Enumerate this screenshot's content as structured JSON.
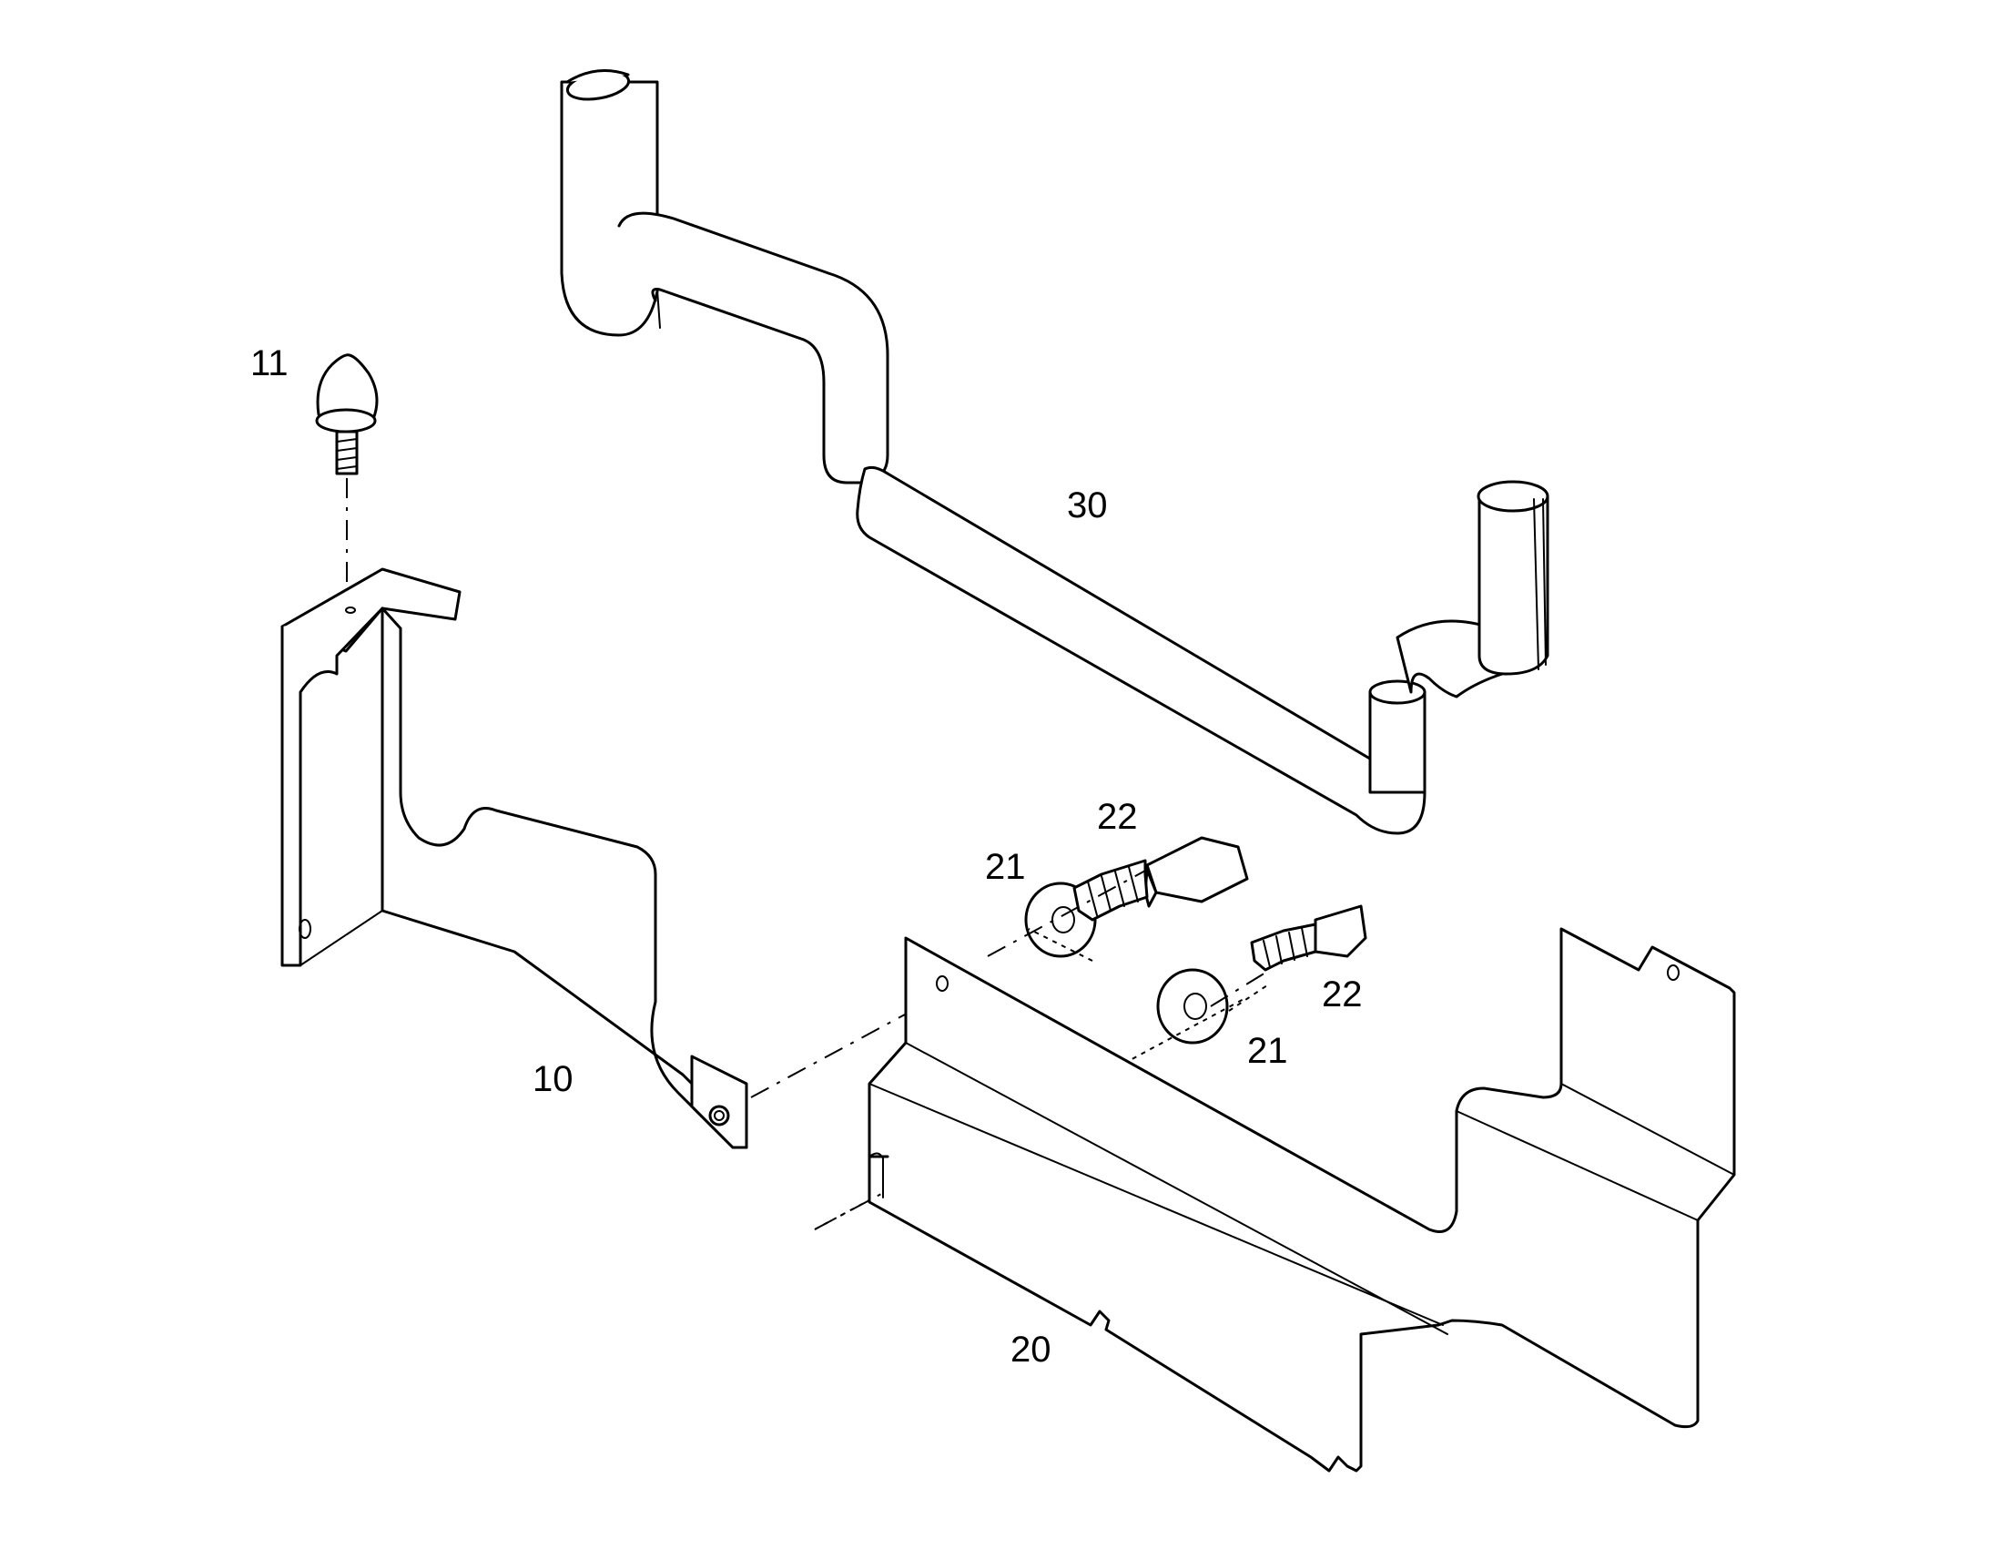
{
  "callouts": {
    "p10": "10",
    "p11": "11",
    "p20": "20",
    "p21a": "21",
    "p21b": "21",
    "p22a": "22",
    "p22b": "22",
    "p30": "30"
  },
  "colors": {
    "line": "#000000",
    "background": "#ffffff"
  }
}
